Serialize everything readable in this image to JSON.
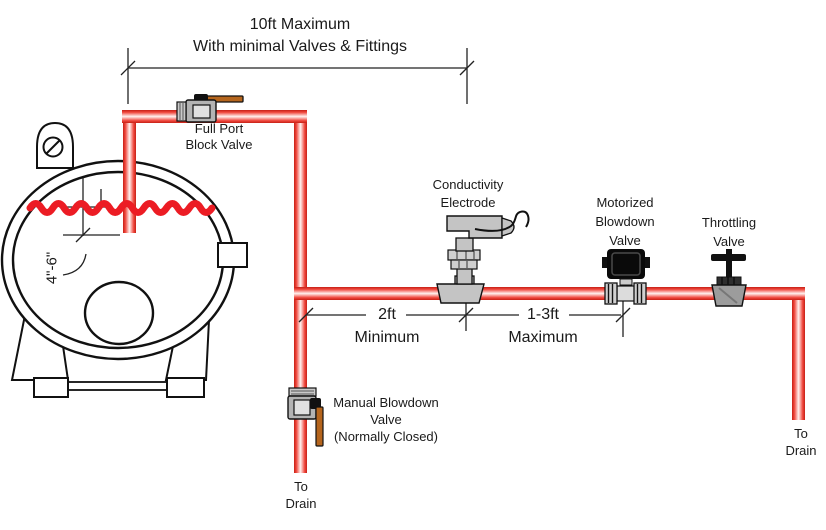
{
  "dims": {
    "top": {
      "line1": "10ft Maximum",
      "line2": "With minimal Valves & Fittings"
    },
    "spacing_min": {
      "value": "2ft",
      "qualifier": "Minimum"
    },
    "spacing_max": {
      "value": "1-3ft",
      "qualifier": "Maximum"
    },
    "dip_depth": "4\"-6\""
  },
  "labels": {
    "full_port": {
      "line1": "Full Port",
      "line2": "Block Valve"
    },
    "electrode": {
      "line1": "Conductivity",
      "line2": "Electrode"
    },
    "motorized": {
      "line1": "Motorized",
      "line2": "Blowdown",
      "line3": "Valve"
    },
    "throttling": {
      "line1": "Throttling",
      "line2": "Valve"
    },
    "manual": {
      "line1": "Manual Blowdown",
      "line2": "Valve",
      "line3": "(Normally Closed)"
    },
    "drain_bottom": {
      "line1": "To",
      "line2": "Drain"
    },
    "drain_right": {
      "line1": "To",
      "line2": "Drain"
    }
  },
  "colors": {
    "pipe_red_edge": "#c62015",
    "pipe_red": "#f0473d",
    "pipe_core": "#fff2f0",
    "water_red": "#ec1c24",
    "handle_orange": "#b5651d",
    "metal_gray": "#b3b3b3",
    "line_black": "#1a1a1a"
  }
}
